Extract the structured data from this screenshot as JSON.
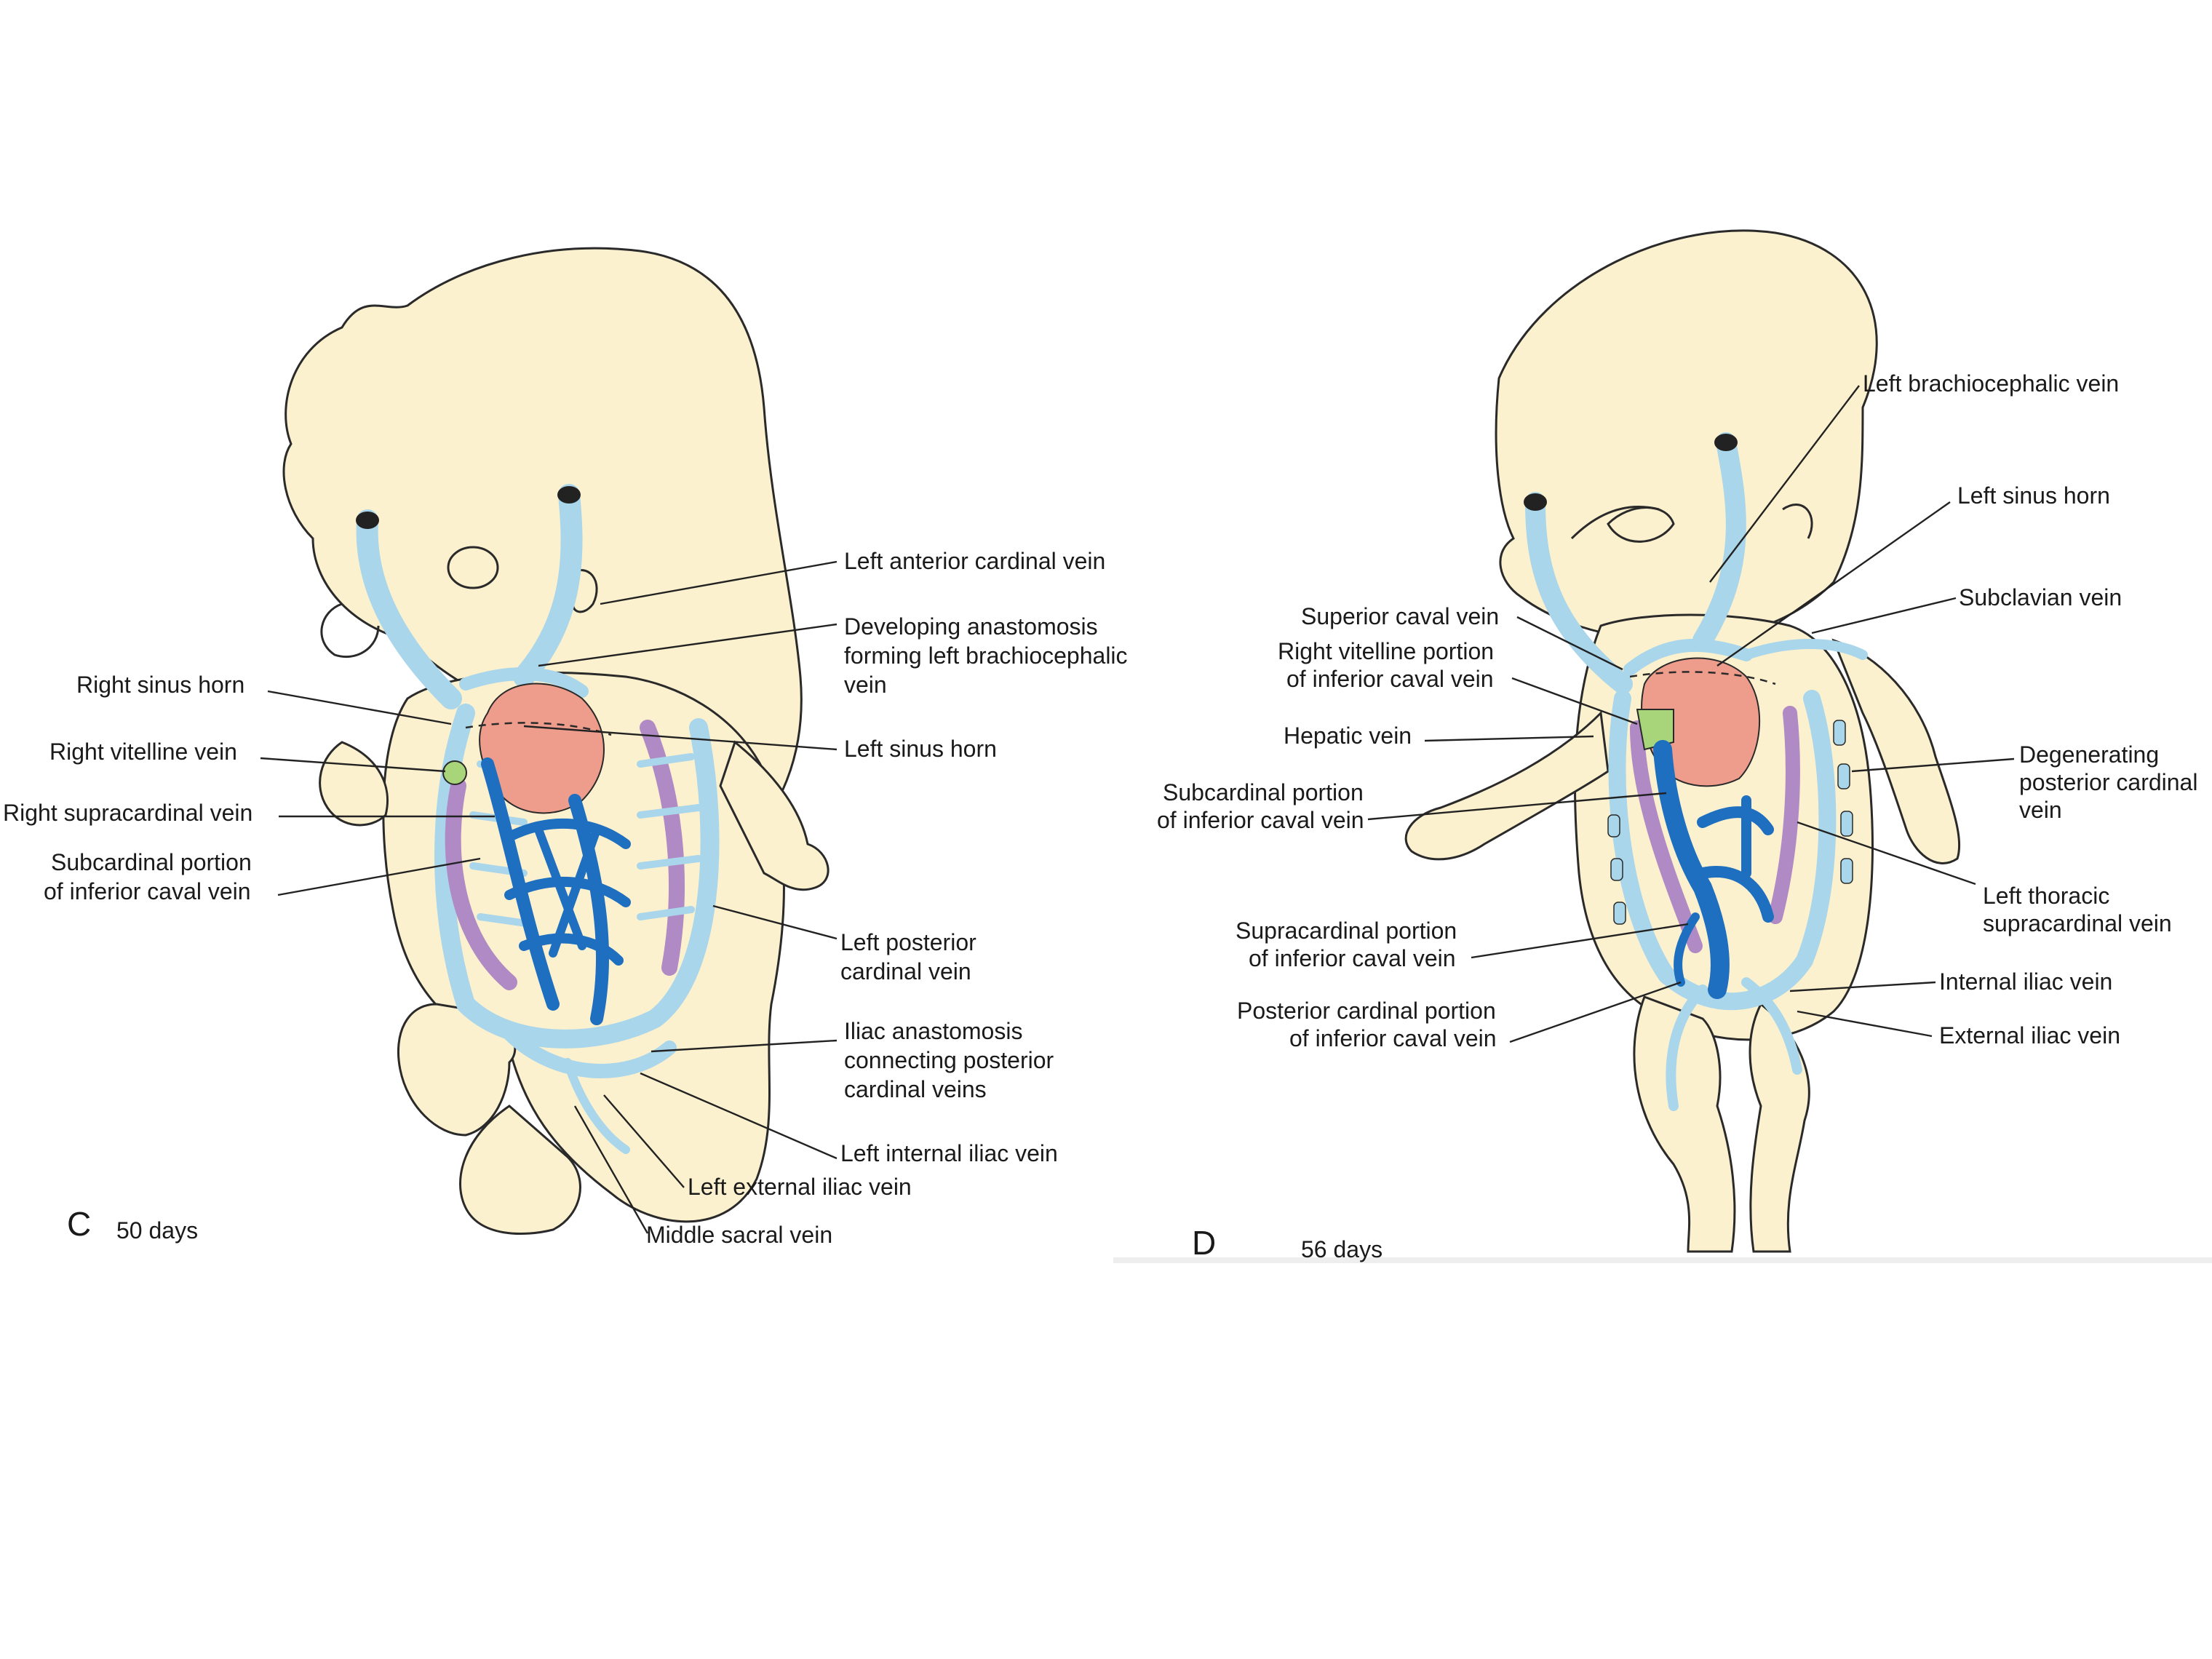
{
  "colors": {
    "skin": "#fcf1cf",
    "light_vein": "#a9d6ea",
    "inferior_caval_vein_dark_blue": "#1f6fc0",
    "supracardinal_purple": "#b08ac4",
    "heart": "#ee9c8c",
    "vitelline_green": "#a8d47a"
  },
  "panels": [
    {
      "letter": "C",
      "age": "50 days",
      "labels": {
        "left_anterior_cardinal_vein": "Left anterior cardinal vein",
        "developing_anastomosis_1": "Developing anastomosis",
        "developing_anastomosis_2": "forming left brachiocephalic",
        "developing_anastomosis_3": "vein",
        "right_sinus_horn": "Right sinus horn",
        "right_vitelline_vein": "Right vitelline vein",
        "left_sinus_horn": "Left sinus horn",
        "right_supracardinal_vein": "Right supracardinal vein",
        "subcardinal_portion_1": "Subcardinal portion",
        "subcardinal_portion_2": "of inferior caval vein",
        "left_posterior_1": "Left posterior",
        "left_posterior_2": "cardinal vein",
        "iliac_anastomosis_1": "Iliac anastomosis",
        "iliac_anastomosis_2": "connecting posterior",
        "iliac_anastomosis_3": "cardinal veins",
        "left_internal_iliac_vein": "Left internal iliac vein",
        "left_external_iliac_vein": "Left external iliac vein",
        "middle_sacral_vein": "Middle sacral vein"
      }
    },
    {
      "letter": "D",
      "age": "56 days",
      "labels": {
        "left_brachiocephalic_vein": "Left brachiocephalic vein",
        "left_sinus_horn": "Left sinus horn",
        "subclavian_vein": "Subclavian vein",
        "superior_caval_vein": "Superior caval vein",
        "right_vitelline_portion_1": "Right vitelline portion",
        "right_vitelline_portion_2": "of inferior caval vein",
        "hepatic_vein": "Hepatic vein",
        "degenerating_1": "Degenerating",
        "degenerating_2": "posterior cardinal",
        "degenerating_3": "vein",
        "subcardinal_portion_1": "Subcardinal portion",
        "subcardinal_portion_2": "of inferior caval vein",
        "left_thoracic_1": "Left thoracic",
        "left_thoracic_2": "supracardinal vein",
        "supracardinal_portion_1": "Supracardinal portion",
        "supracardinal_portion_2": "of inferior caval vein",
        "internal_iliac_vein": "Internal iliac vein",
        "posterior_cardinal_portion_1": "Posterior cardinal portion",
        "posterior_cardinal_portion_2": "of inferior caval vein",
        "external_iliac_vein": "External iliac vein"
      }
    }
  ]
}
